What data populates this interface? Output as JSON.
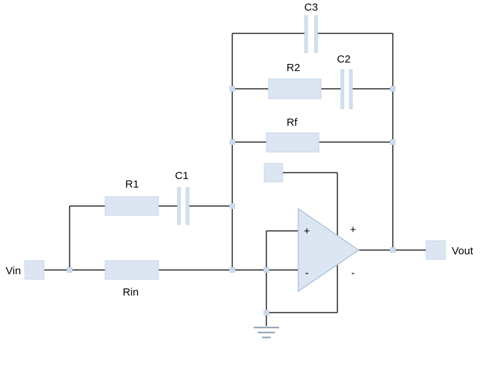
{
  "diagram": {
    "kind": "op-amp-filter-circuit-schematic",
    "colors": {
      "component_fill": "#dce6f2",
      "component_border": "#c9d6e8",
      "wire": "#262626",
      "ground": "#98a8ba",
      "text": "#000000",
      "background": "#ffffff"
    },
    "labels": {
      "c3": "C3",
      "r2": "R2",
      "c2": "C2",
      "rf": "Rf",
      "r1": "R1",
      "c1": "C1",
      "rin": "Rin"
    },
    "terminals": {
      "vin": "Vin",
      "vout": "Vout"
    },
    "opamp": {
      "noninverting_inside": "+",
      "inverting_inside": "-",
      "noninverting_outside": "+",
      "inverting_outside": "-"
    }
  }
}
